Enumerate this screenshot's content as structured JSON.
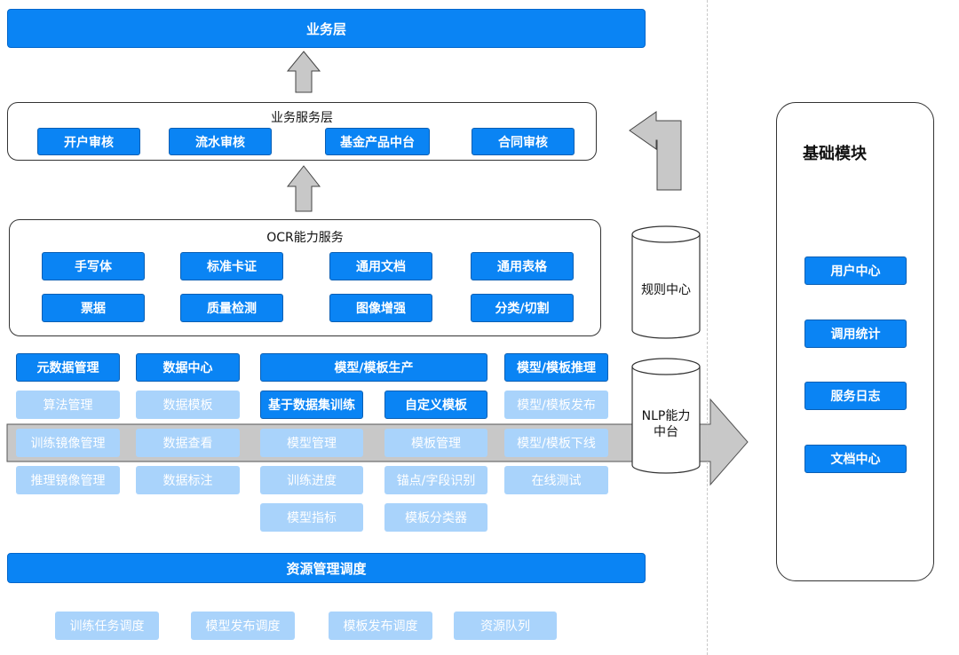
{
  "business_layer": "业务层",
  "business_service": {
    "title": "业务服务层",
    "items": [
      "开户审核",
      "流水审核",
      "基金产品中台",
      "合同审核"
    ]
  },
  "ocr_service": {
    "title": "OCR能力服务",
    "row1": [
      "手写体",
      "标准卡证",
      "通用文档",
      "通用表格"
    ],
    "row2": [
      "票据",
      "质量检测",
      "图像增强",
      "分类/切割"
    ]
  },
  "rule_center": "规则中心",
  "nlp_center": [
    "NLP能力",
    "中台"
  ],
  "platform": {
    "metadata": {
      "header": "元数据管理",
      "items": [
        "算法管理",
        "训练镜像管理",
        "推理镜像管理"
      ]
    },
    "data_center": {
      "header": "数据中心",
      "items": [
        "数据模板",
        "数据查看",
        "数据标注"
      ]
    },
    "model_production": {
      "header": "模型/模板生产",
      "dataset_training": {
        "header": "基于数据集训练",
        "items": [
          "模型管理",
          "训练进度",
          "模型指标"
        ]
      },
      "custom_template": {
        "header": "自定义模板",
        "items": [
          "模板管理",
          "锚点/字段识别",
          "模板分类器"
        ]
      }
    },
    "model_inference": {
      "header": "模型/模板推理",
      "items": [
        "模型/模板发布",
        "模型/模板下线",
        "在线测试"
      ]
    }
  },
  "resource_scheduling": {
    "header": "资源管理调度",
    "items": [
      "训练任务调度",
      "模型发布调度",
      "模板发布调度",
      "资源队列"
    ]
  },
  "base_module": {
    "title": "基础模块",
    "items": [
      "用户中心",
      "调用统计",
      "服务日志",
      "文档中心"
    ]
  },
  "colors": {
    "primary": "#0a84f4",
    "light": "#a9d3fb",
    "arrow_fill": "#c8c8c8",
    "arrow_stroke": "#444444"
  }
}
